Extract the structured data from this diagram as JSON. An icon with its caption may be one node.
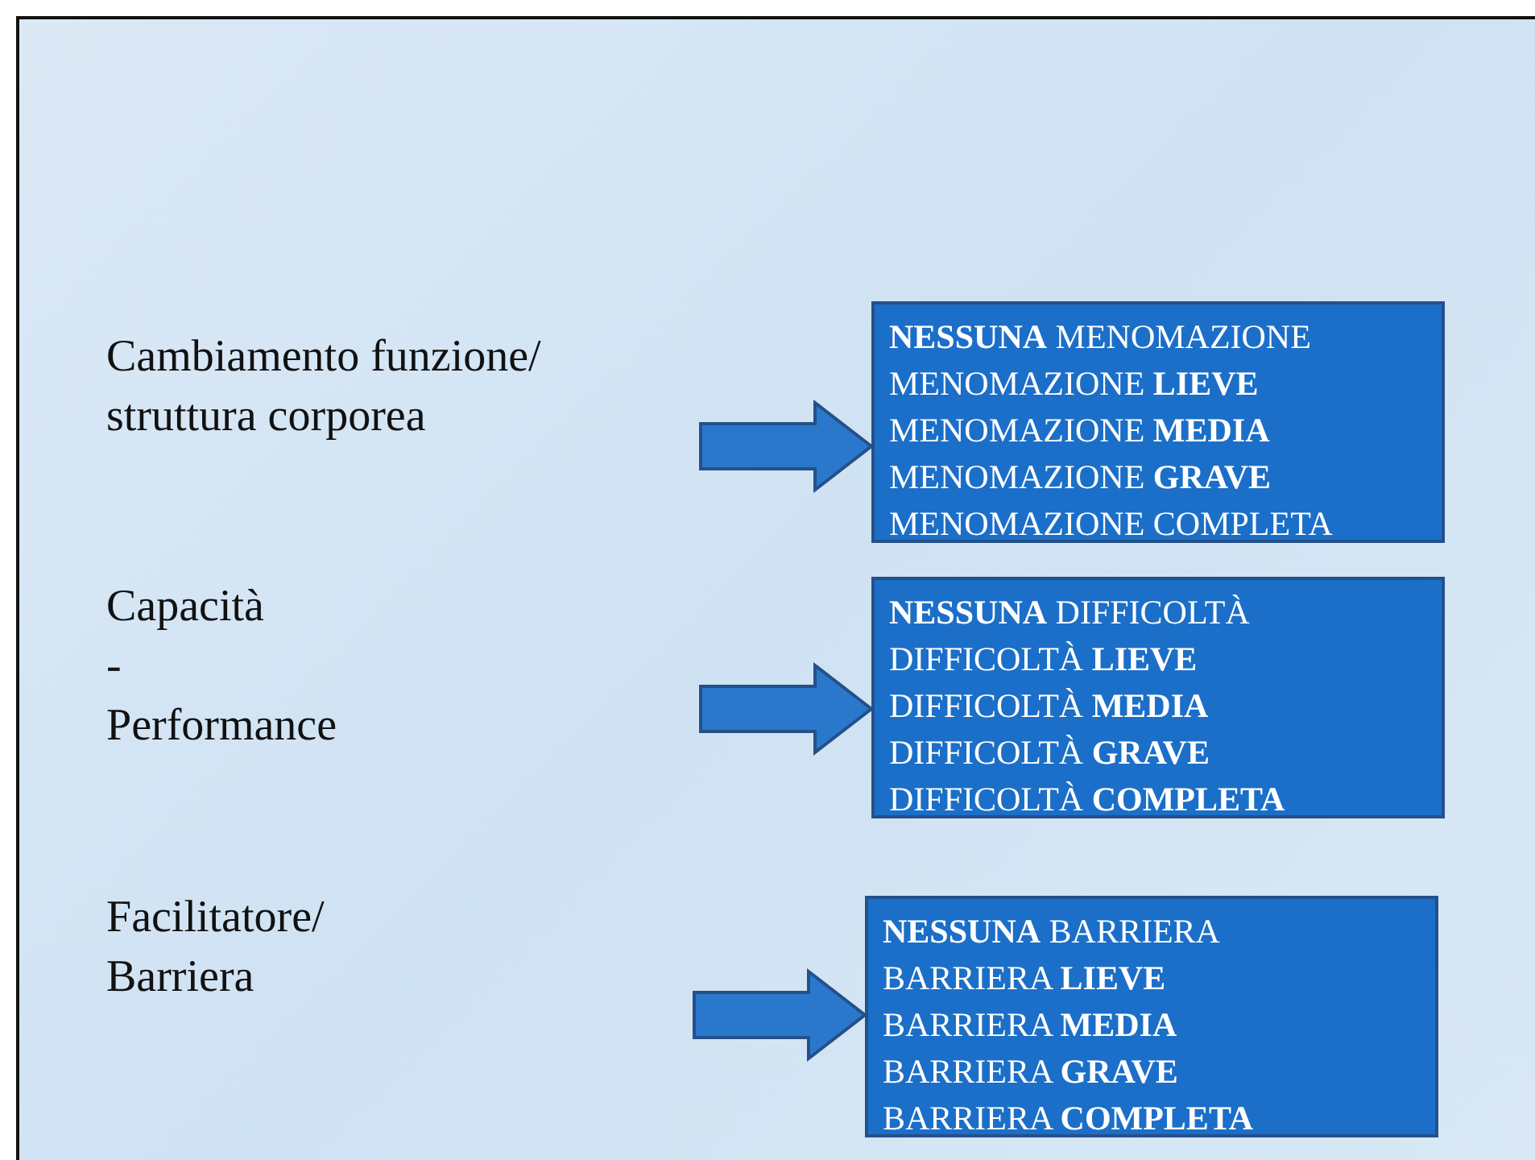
{
  "diagram": {
    "nodes": [
      {
        "text": [
          "Cambiamento funzione/ struttura corporea"
        ]
      },
      {
        "text": [
          "Capacità - Performance"
        ]
      },
      {
        "text": [
          "Facilitatore/ Barriera"
        ]
      },
      {
        "text": [
          "**NESSUNA** MENOMAZIONE",
          "MENOMAZIONE **LIEVE**",
          "MENOMAZIONE **MEDIA**",
          "MENOMAZIONE **GRAVE**",
          "MENOMAZIONE COMPLETA"
        ]
      },
      {
        "text": [
          "**NESSUNA** DIFFICOLTÀ",
          "DIFFICOLTÀ **LIEVE**",
          "DIFFICOLTÀ **MEDIA**",
          "DIFFICOLTÀ **GRAVE**",
          "DIFFICOLTÀ **COMPLETA**"
        ]
      },
      {
        "text": [
          "**NESSUNA** BARRIERA",
          "BARRIERA **LIEVE**",
          "BARRIERA **MEDIA**",
          "BARRIERA **GRAVE**",
          "BARRIERA **COMPLETA**"
        ]
      }
    ],
    "edges": [
      {
        "from": null,
        "to": 3,
        "arrow": "to",
        "style": "thick"
      },
      {
        "from": null,
        "to": 4,
        "arrow": "to",
        "style": "thick"
      },
      {
        "from": null,
        "to": 5,
        "arrow": "to",
        "style": "thick"
      }
    ]
  }
}
